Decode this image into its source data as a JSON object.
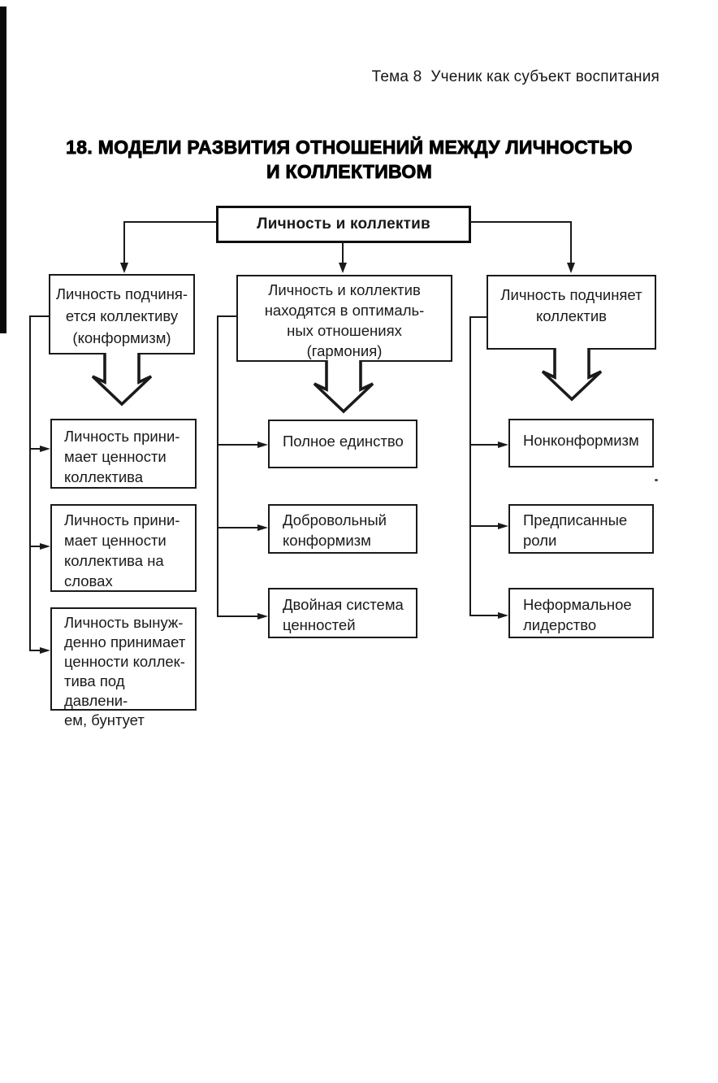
{
  "header": {
    "text": "Тема 8  Ученик как субъект воспитания"
  },
  "title": {
    "line1": "18. МОДЕЛИ РАЗВИТИЯ ОТНОШЕНИЙ МЕЖДУ ЛИЧНОСТЬЮ",
    "line2": "И КОЛЛЕКТИВОМ"
  },
  "root": {
    "label": "Личность и коллектив"
  },
  "columns": [
    {
      "id": "personality-submits",
      "branch": "Личность подчиня-\nется коллективу\n(конформизм)",
      "children": [
        "Личность прини-\nмает ценности\nколлектива",
        "Личность прини-\nмает ценности\nколлектива на\nсловах",
        "Личность вынуж-\nденно принимает\nценности коллек-\nтива под давлени-\nем, бунтует"
      ]
    },
    {
      "id": "optimal-relations",
      "branch": "Личность и коллектив\nнаходятся в оптималь-\nных отношениях\n(гармония)",
      "children": [
        "Полное единство",
        "Добровольный\nконформизм",
        "Двойная система\nценностей"
      ]
    },
    {
      "id": "personality-dominates",
      "branch": "Личность подчиняет\nколлектив",
      "children": [
        "Нонконформизм",
        "Предписанные\nроли",
        "Неформальное\nлидерство"
      ]
    }
  ],
  "colors": {
    "ink": "#1a1a1a",
    "paper": "#ffffff"
  }
}
